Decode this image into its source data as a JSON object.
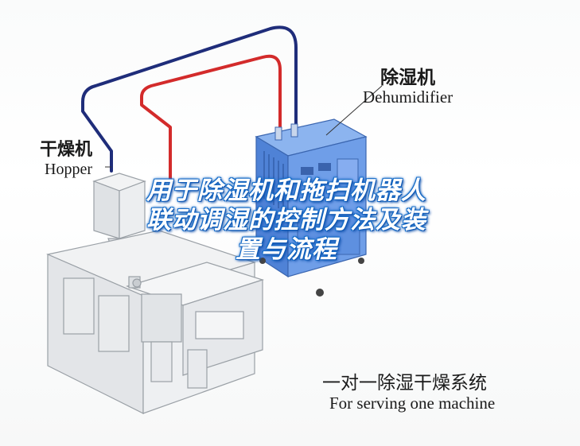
{
  "labels": {
    "dehumidifier_cn": "除湿机",
    "dehumidifier_en": "Dehumidifier",
    "hopper_cn": "干燥机",
    "hopper_en": "Hopper",
    "system_cn": "一对一除湿干燥系统",
    "system_en": "For serving one machine"
  },
  "overlay_title": {
    "line1": "用于除湿机和拖扫机器人",
    "line2": "联动调湿的控制方法及装",
    "line3": "置与流程"
  },
  "colors": {
    "pipe_blue": "#1f2d7a",
    "pipe_red": "#d32b2b",
    "dehumidifier_body": "#5b8fe0",
    "machine_body": "#e8eaec",
    "title_glow": "#1565c0"
  }
}
